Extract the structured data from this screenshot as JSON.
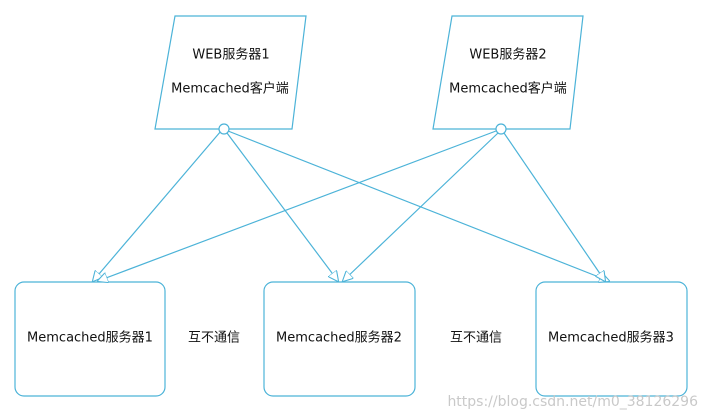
{
  "clients": [
    {
      "title": "WEB服务器1",
      "subtitle": "Memcached客户端"
    },
    {
      "title": "WEB服务器2",
      "subtitle": "Memcached客户端"
    }
  ],
  "servers": [
    {
      "label": "Memcached服务器1"
    },
    {
      "label": "Memcached服务器2"
    },
    {
      "label": "Memcached服务器3"
    }
  ],
  "notes": [
    {
      "label": "互不通信"
    },
    {
      "label": "互不通信"
    }
  ],
  "watermark": "https://blog.csdn.net/m0_38126296",
  "colors": {
    "stroke": "#4cb3d8",
    "text": "#111111",
    "watermark": "#c9c9c9"
  }
}
